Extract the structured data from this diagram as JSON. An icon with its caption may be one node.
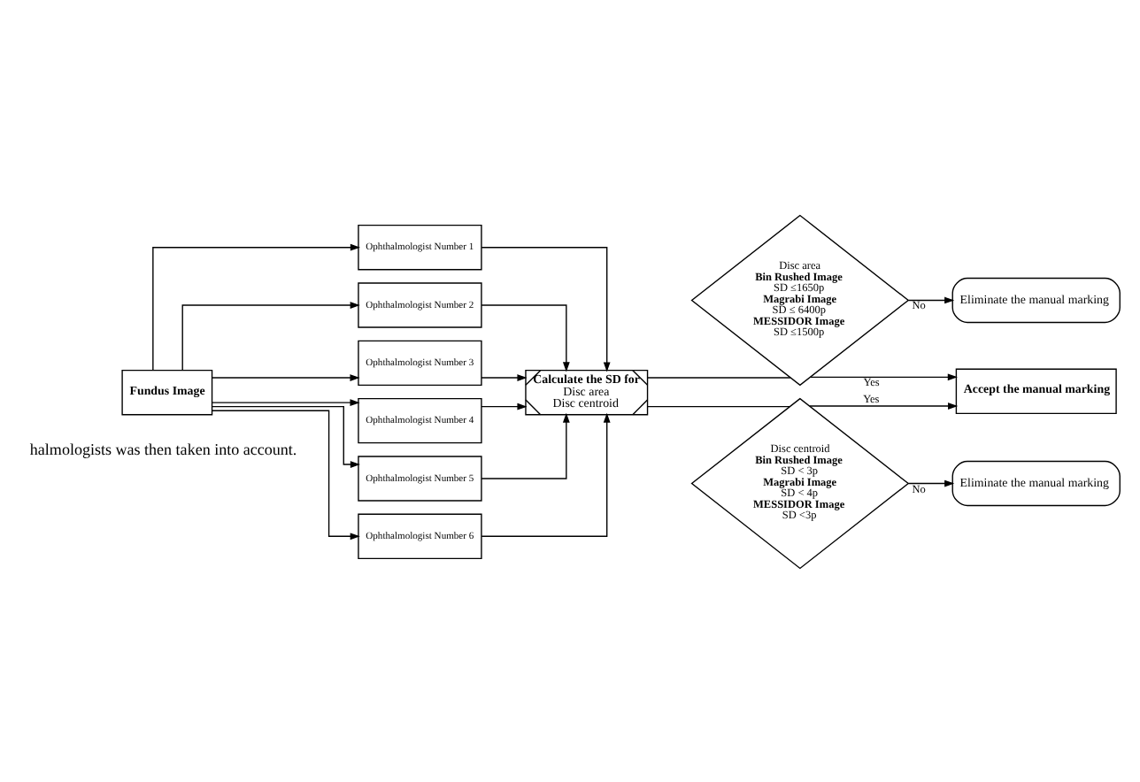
{
  "diagram": {
    "nodes": [
      {
        "text": [
          "Fundus Image"
        ]
      },
      {
        "text": [
          "Ophthalmologist Number 1"
        ]
      },
      {
        "text": [
          "Ophthalmologist Number 2"
        ]
      },
      {
        "text": [
          "Ophthalmologist Number 3"
        ]
      },
      {
        "text": [
          "Ophthalmologist Number 4"
        ]
      },
      {
        "text": [
          "Ophthalmologist Number 5"
        ]
      },
      {
        "text": [
          "Ophthalmologist Number 6"
        ]
      },
      {
        "text": [
          "Calculate the SD for",
          "Disc area",
          "Disc centroid"
        ]
      },
      {
        "text": [
          "Disc area",
          "Bin Rushed Image",
          "SD ≤1650p",
          "Magrabi Image",
          "SD ≤ 6400p",
          "MESSIDOR Image",
          "SD ≤1500p"
        ]
      },
      {
        "text": [
          "Eliminate the manual marking"
        ]
      },
      {
        "text": [
          "Accept the manual marking"
        ]
      },
      {
        "text": [
          "Disc centroid",
          "Bin Rushed Image",
          "SD < 3p",
          "Magrabi Image",
          "SD < 4p",
          "MESSIDOR Image",
          "SD <3p"
        ]
      },
      {
        "text": [
          "Eliminate the manual marking"
        ]
      }
    ],
    "edges": [
      {
        "from": 0,
        "to": 1,
        "arrow": "to"
      },
      {
        "from": 0,
        "to": 2,
        "arrow": "to"
      },
      {
        "from": 0,
        "to": 3,
        "arrow": "to"
      },
      {
        "from": 0,
        "to": 4,
        "arrow": "to"
      },
      {
        "from": 0,
        "to": 5,
        "arrow": "to"
      },
      {
        "from": 0,
        "to": 6,
        "arrow": "to"
      },
      {
        "from": 1,
        "to": 7,
        "arrow": "to"
      },
      {
        "from": 2,
        "to": 7,
        "arrow": "to"
      },
      {
        "from": 3,
        "to": 7,
        "arrow": "to"
      },
      {
        "from": 4,
        "to": 7,
        "arrow": "to"
      },
      {
        "from": 5,
        "to": 7,
        "arrow": "to"
      },
      {
        "from": 6,
        "to": 7,
        "arrow": "to"
      },
      {
        "from": 7,
        "to": 8,
        "arrow": "none"
      },
      {
        "from": 7,
        "to": 11,
        "arrow": "none"
      },
      {
        "from": 8,
        "to": 9,
        "arrow": "to",
        "label": "No"
      },
      {
        "from": 8,
        "to": 10,
        "arrow": "to",
        "label": "Yes"
      },
      {
        "from": 11,
        "to": 10,
        "arrow": "to",
        "label": "Yes"
      },
      {
        "from": 11,
        "to": 12,
        "arrow": "to",
        "label": "No"
      }
    ],
    "labels": [
      "halmologists was then taken into account."
    ]
  }
}
